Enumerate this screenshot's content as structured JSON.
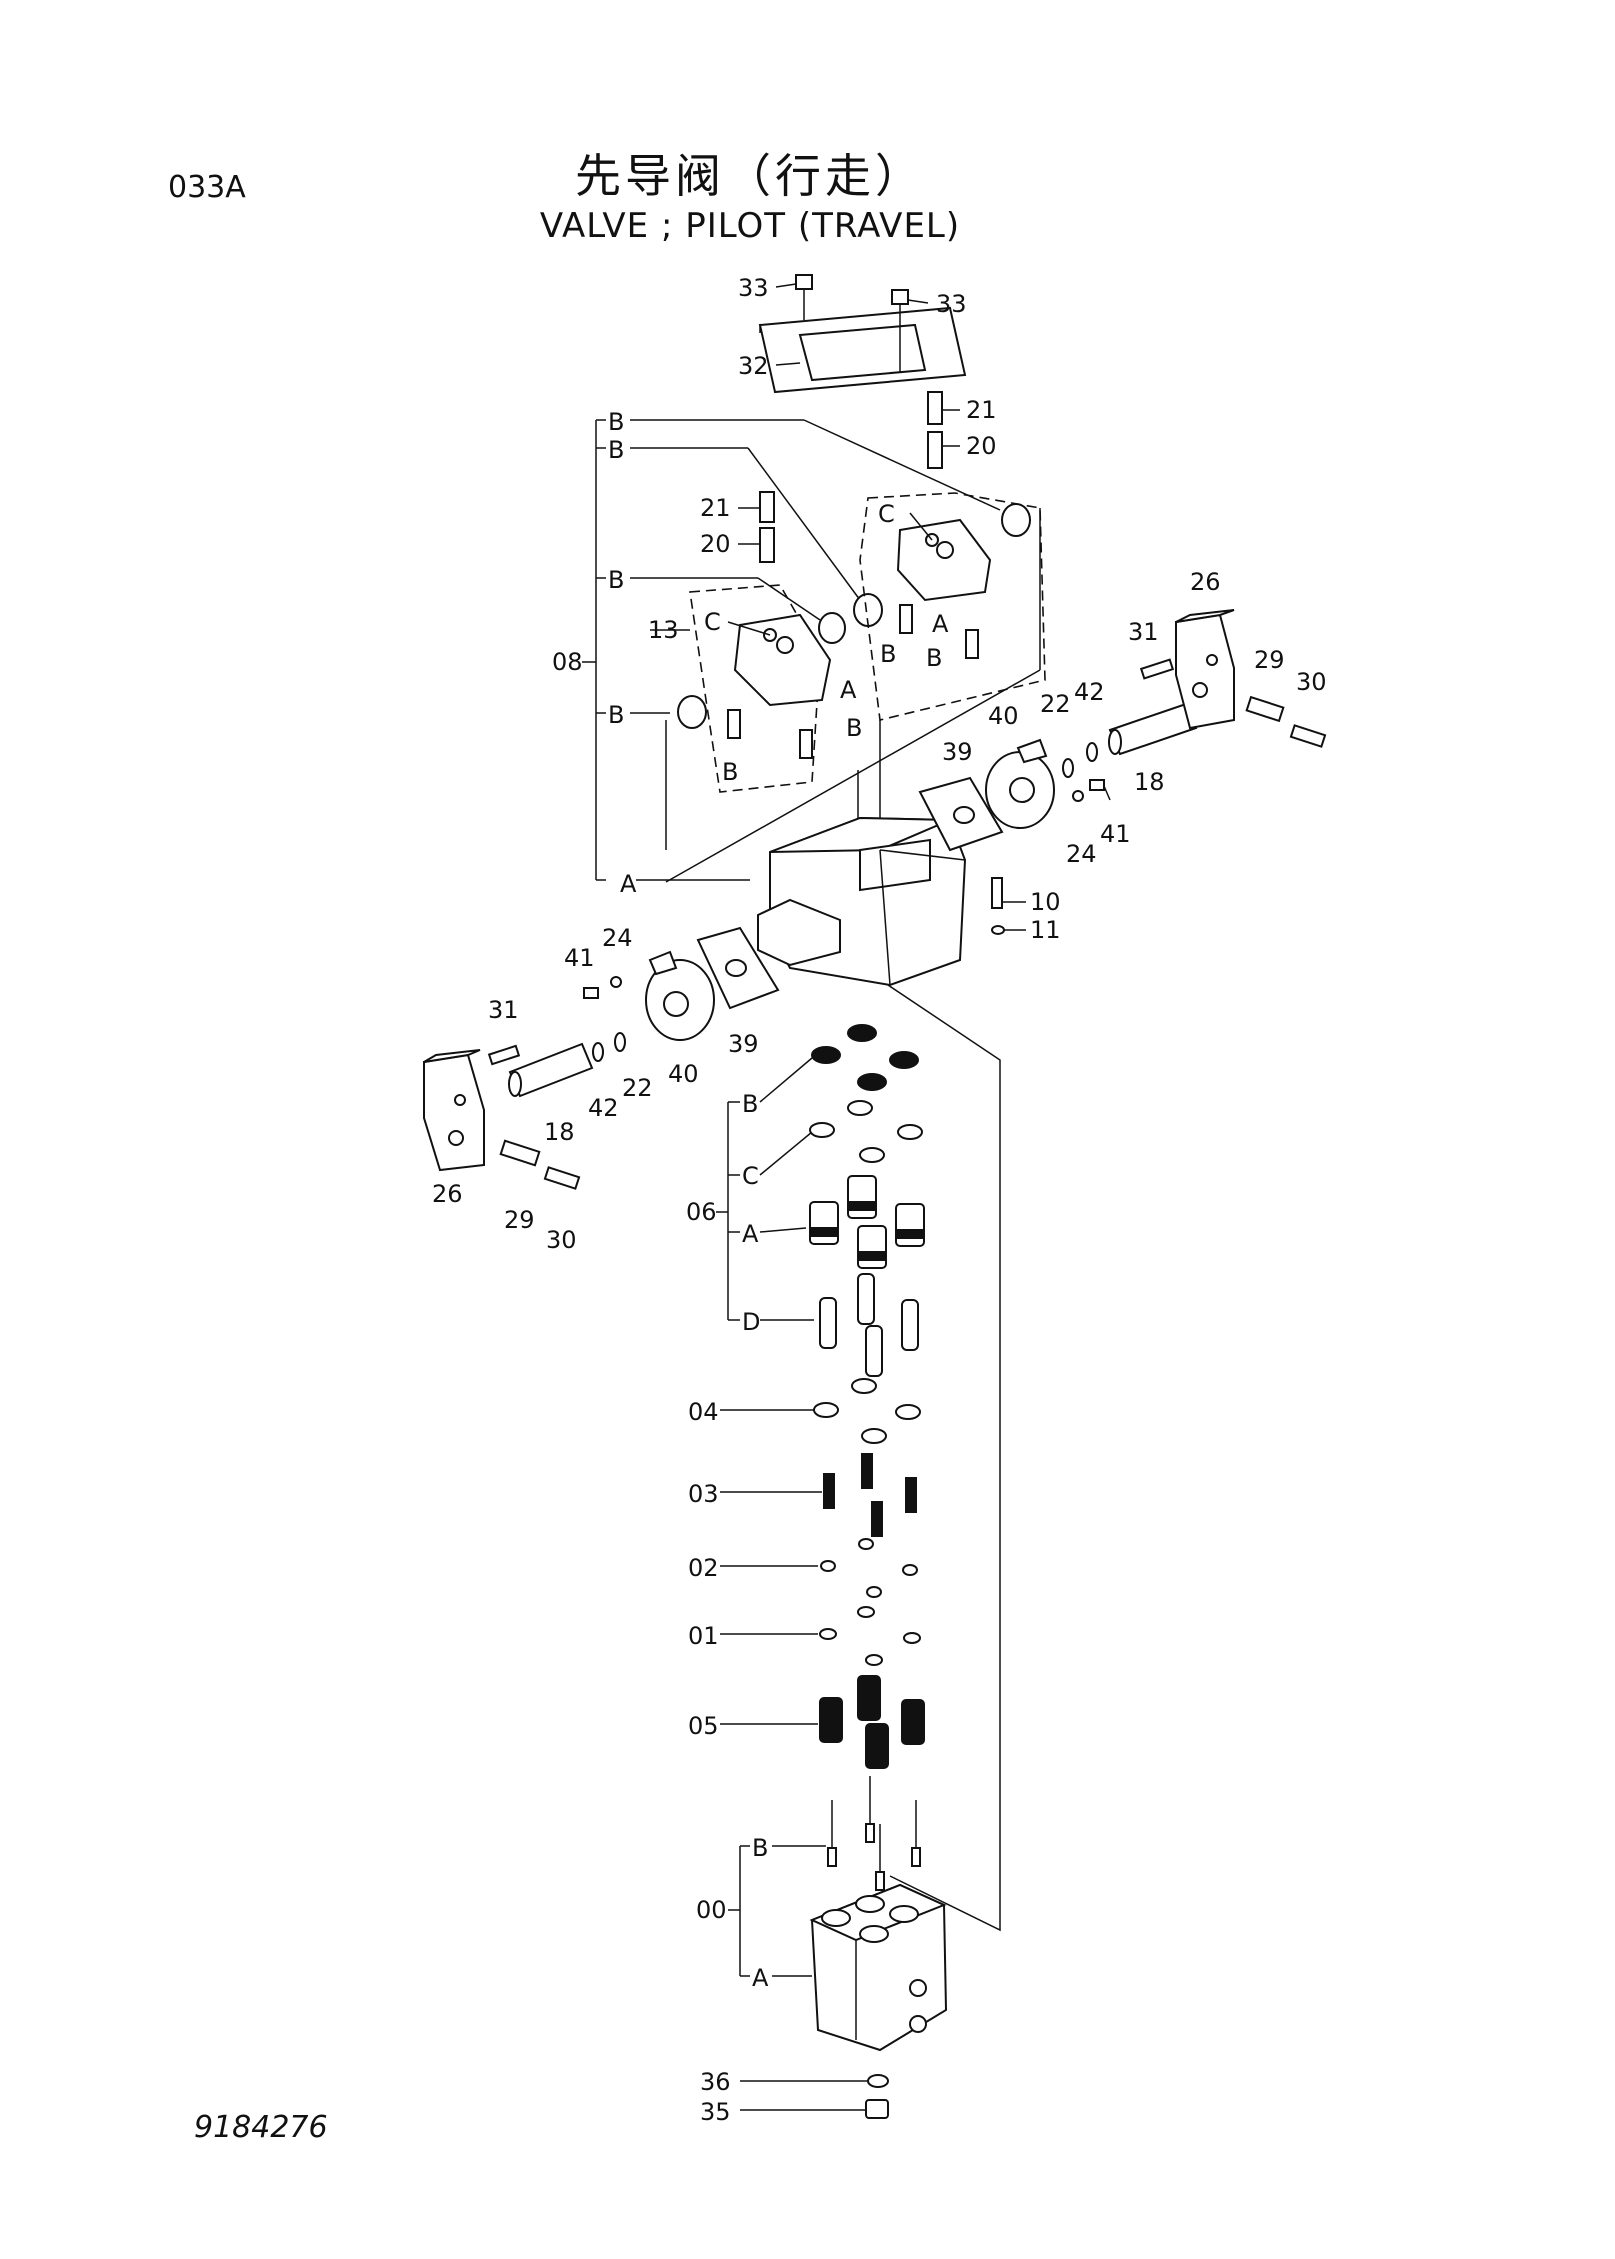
{
  "page_id": "033A",
  "title_cn": "先导阀（行走）",
  "title_en": "VALVE ; PILOT (TRAVEL)",
  "drawing_number": "9184276",
  "callouts": {
    "c33a": "33",
    "c33b": "33",
    "c32": "32",
    "c21a": "21",
    "c20a": "20",
    "c21b": "21",
    "c20b": "20",
    "cB1": "B",
    "cB2": "B",
    "cB3": "B",
    "cB4": "B",
    "cC1": "C",
    "cC2": "C",
    "c13": "13",
    "c08": "08",
    "cA1": "A",
    "cA2": "A",
    "cA3": "A",
    "cBb1": "B",
    "cBb2": "B",
    "cBb3": "B",
    "cBb4": "B",
    "c26a": "26",
    "c31a": "31",
    "c29a": "29",
    "c30a": "30",
    "c22a": "22",
    "c42a": "42",
    "c40a": "40",
    "c39a": "39",
    "c18a": "18",
    "c24a": "24",
    "c41a": "41",
    "c10": "10",
    "c11": "11",
    "c41b": "41",
    "c24b": "24",
    "c39b": "39",
    "c40b": "40",
    "c31b": "31",
    "c18b": "18",
    "c42b": "42",
    "c22b": "22",
    "c26b": "26",
    "c29b": "29",
    "c30b": "30",
    "c06": "06",
    "c06B": "B",
    "c06C": "C",
    "c06A": "A",
    "c06D": "D",
    "c04": "04",
    "c03": "03",
    "c02": "02",
    "c01": "01",
    "c05": "05",
    "c00": "00",
    "c00B": "B",
    "c00A": "A",
    "c36": "36",
    "c35": "35"
  }
}
